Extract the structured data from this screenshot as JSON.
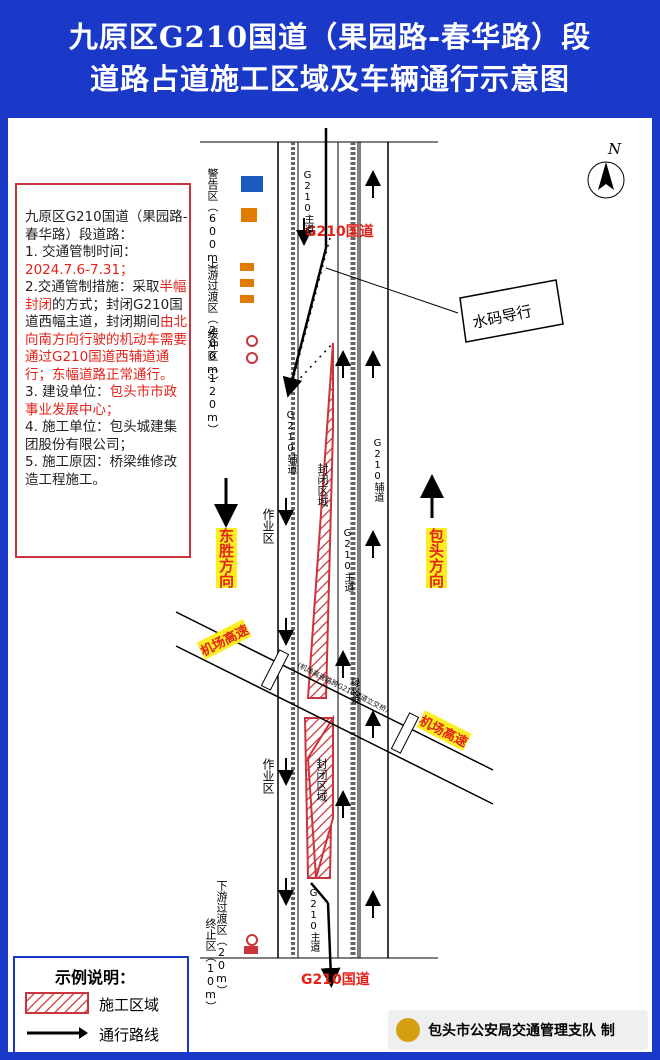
{
  "title": {
    "line1": "九原区G210国道（果园路-春华路）段",
    "line2": "道路占道施工区域及车辆通行示意图"
  },
  "compass": {
    "label": "N"
  },
  "info_box": {
    "intro": "九原区G210国道（果园路-春华路）段道路：",
    "item1_label": "1. 交通管制时间：",
    "item1_time": "2024.7.6-7.31；",
    "item2_a": "2.交通管制措施：采取",
    "item2_red1": "半幅封闭",
    "item2_b": "的方式；封闭G210国道西幅主道，封闭期间",
    "item2_red2": "由北向南方向行驶的机动车需要通过G210国道西辅道通行；东幅道路正常通行。",
    "item3_a": "3. 建设单位：",
    "item3_red": "包头市市政事业发展中心；",
    "item4": "4. 施工单位：包头城建集团股份有限公司；",
    "item5": "5. 施工原因：桥梁维修改造工程施工。"
  },
  "zones": {
    "warning": "警告区（600m）",
    "upstream": "上游过渡区（200m）",
    "buffer": "缓冲区（120m）",
    "downstream": "下游过渡区（20m）",
    "end": "终止区（10m）",
    "work1": "作业区",
    "work2": "作业区"
  },
  "road_labels": {
    "g210_top": "G210国道",
    "g210_bottom": "G210国道",
    "g210_main_top": "G210主道",
    "g210_main_mid": "G210主道",
    "g210_main_bottom": "G210主道",
    "g210_aux_west": "G210辅道",
    "g210_aux_east": "G210辅道",
    "closed1": "封闭区域",
    "closed2": "封闭区域",
    "green": "绿化带",
    "shuima": "水码导行",
    "dongsheng": "东胜方向",
    "baotou": "包头方向",
    "airport1": "机场高速",
    "airport2": "机场高速",
    "bridge": "（机场高速路跨G210国道立交桥）"
  },
  "legend": {
    "title": "示例说明：",
    "work_zone": "施工区域",
    "route": "通行路线"
  },
  "footer": {
    "org": "包头市公安局交通管理支队 制"
  },
  "colors": {
    "header_blue": "#1a39c9",
    "red": "#e2231a",
    "closure": "#c9353b"
  }
}
